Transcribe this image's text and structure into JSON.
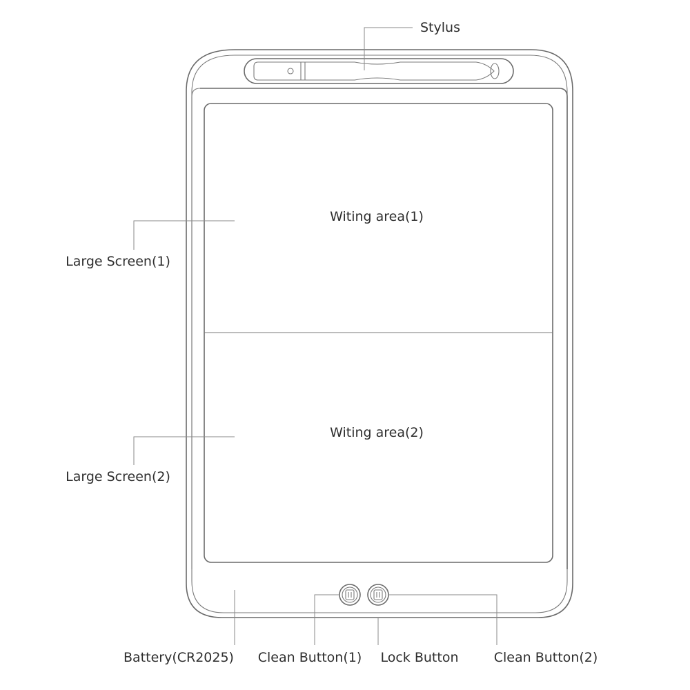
{
  "labels": {
    "stylus": "Stylus",
    "large_screen_1": "Large Screen(1)",
    "large_screen_2": "Large Screen(2)",
    "writing_area_1": "Witing area(1)",
    "writing_area_2": "Witing area(2)",
    "battery": "Battery(CR2025)",
    "clean_button_1": "Clean Button(1)",
    "lock_button": "Lock Button",
    "clean_button_2": "Clean Button(2)"
  },
  "icons": {
    "clean_button_1": "clean-icon",
    "clean_button_2": "lock-icon"
  },
  "colors": {
    "outline": "#6a6a6a",
    "text": "#2e2e2e",
    "background": "#ffffff"
  }
}
